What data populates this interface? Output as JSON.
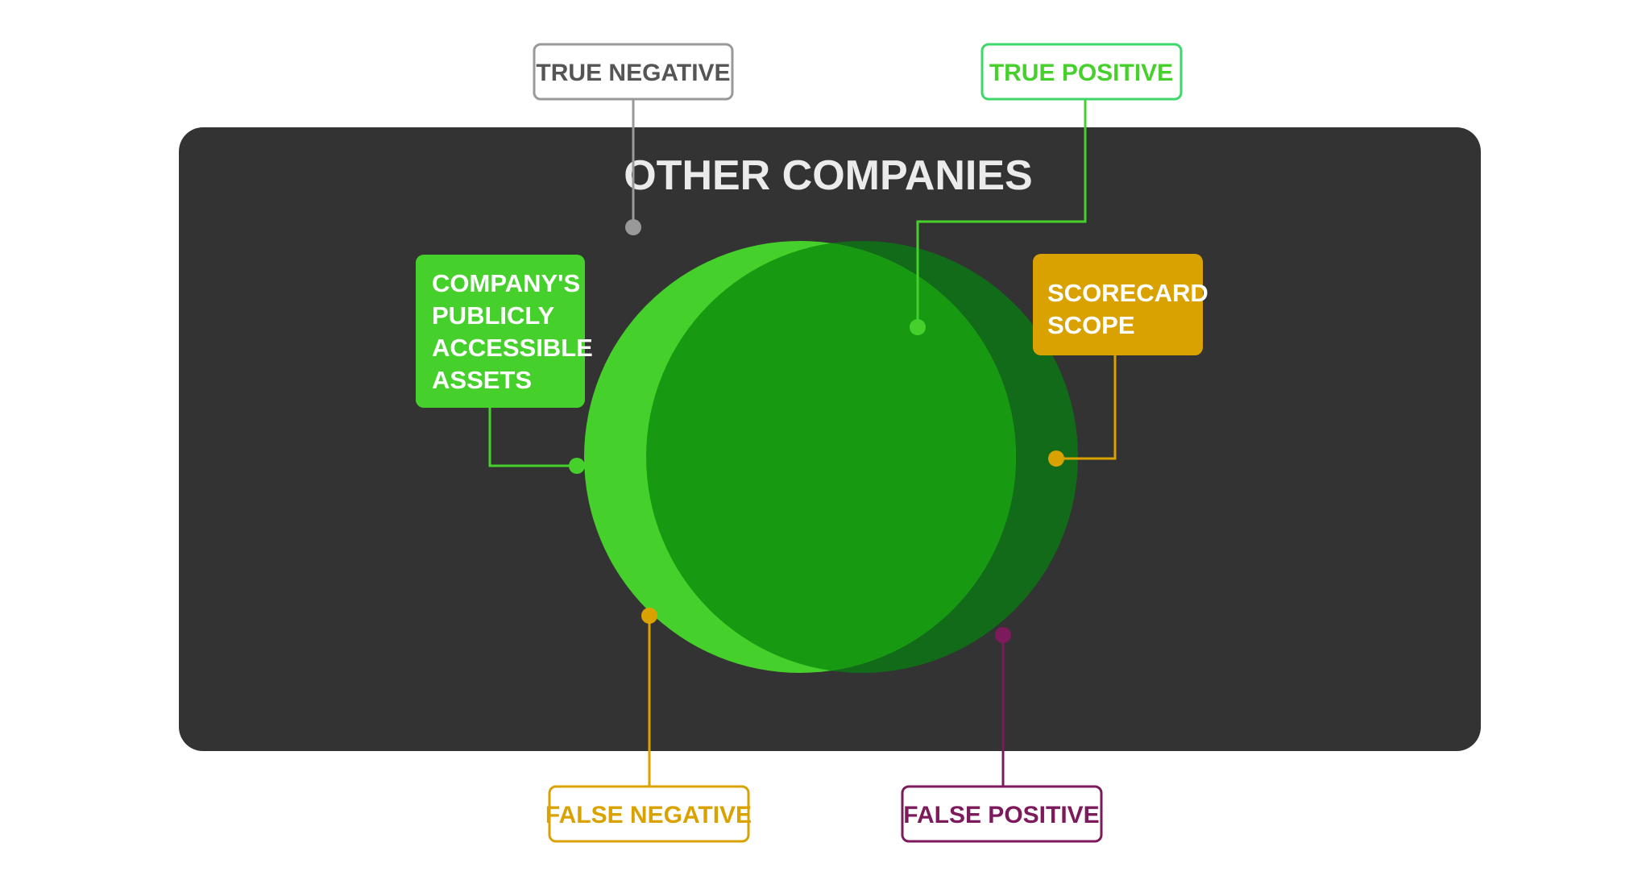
{
  "diagram": {
    "panel_title": "OTHER COMPANIES",
    "boxes": {
      "true_negative": "TRUE NEGATIVE",
      "true_positive": "TRUE POSITIVE",
      "false_negative": "FALSE NEGATIVE",
      "false_positive": "FALSE POSITIVE",
      "scorecard_scope": [
        "SCORECARD",
        "SCOPE"
      ],
      "company_assets": [
        "COMPANY'S",
        "PUBLICLY",
        "ACCESSIBLE",
        "ASSETS"
      ]
    },
    "colors": {
      "panel": "#333333",
      "panel_title": "#ebebeb",
      "circle_assets": "#45d02b",
      "circle_scope": "#116b19",
      "circle_overlap": "#189912",
      "gray": "#999999",
      "gray_text": "#555555",
      "green": "#45d02b",
      "green_light": "#3fd66a",
      "gold": "#d9a200",
      "purple": "#7d1a5c",
      "white": "#ffffff"
    }
  }
}
